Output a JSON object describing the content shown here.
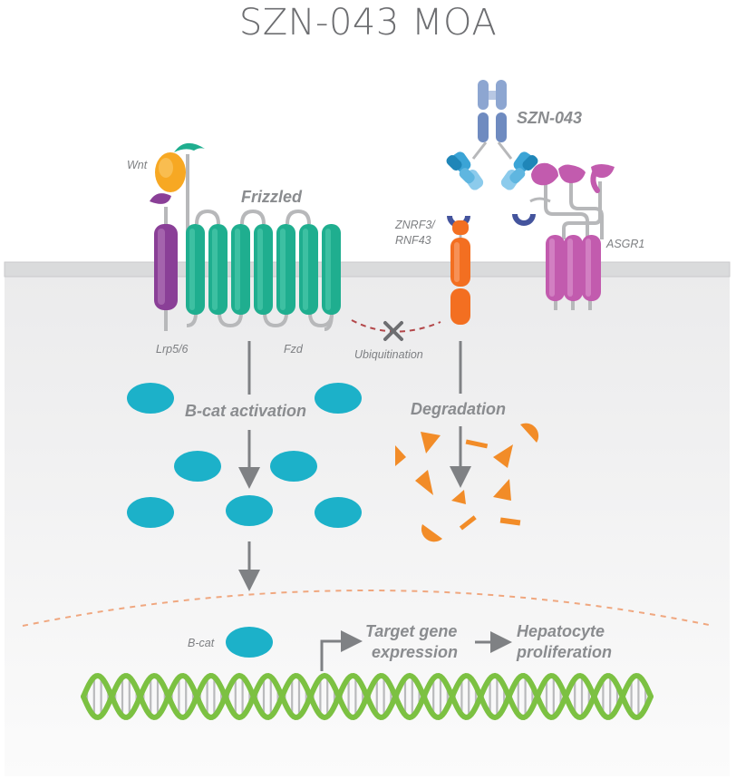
{
  "title": "SZN-043 MOA",
  "labels": {
    "wnt": "Wnt",
    "frizzled": "Frizzled",
    "lrp": "Lrp5/6",
    "fzd": "Fzd",
    "szn": "SZN-043",
    "znrf_line1": "ZNRF3/",
    "znrf_line2": "RNF43",
    "asgr1": "ASGR1",
    "ubiquitination": "Ubiquitination",
    "bcat_activation": "B-cat activation",
    "degradation": "Degradation",
    "bcat": "B-cat",
    "target_line1": "Target gene",
    "target_line2": "expression",
    "hep_line1": "Hepatocyte",
    "hep_line2": "proliferation"
  },
  "colors": {
    "membrane": "#dadbdc",
    "cytoplasm": "#f4f4f5",
    "frizzled_teal": "#1fae8f",
    "lrp_purple": "#8a3f97",
    "wnt_orange": "#f7a823",
    "znrf_orange": "#f36f21",
    "bcat_cyan": "#1cb1c9",
    "asgr1_pink": "#c25bae",
    "antibody_blue": "#8da6d1",
    "fab_blue": "#3ba4d6",
    "dna_green": "#7cc142",
    "arrow_gray": "#7f8184",
    "ubiquitination_red": "#b3474a",
    "nucleus_dash": "#f0a77f"
  }
}
